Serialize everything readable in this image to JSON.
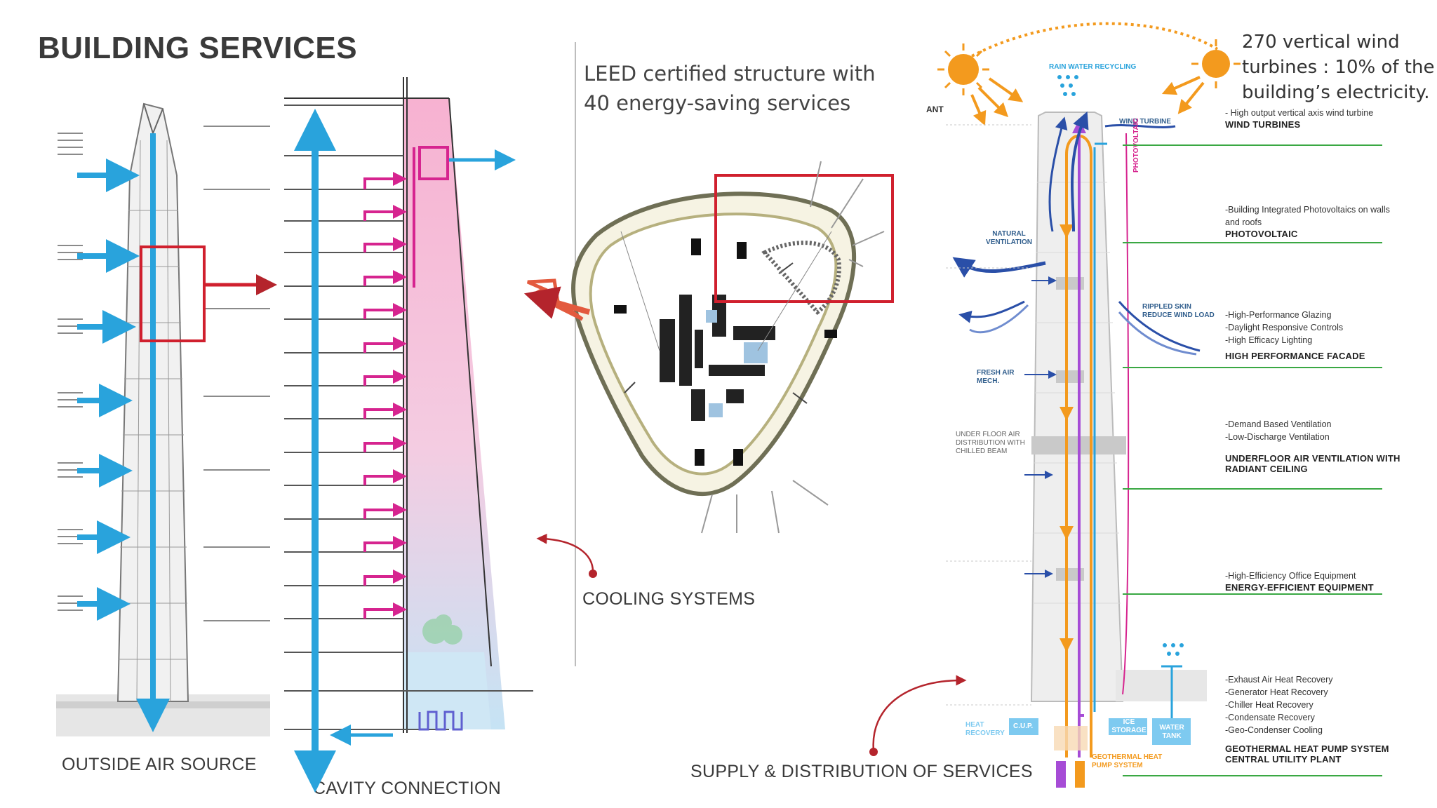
{
  "header": {
    "title": "BUILDING SERVICES"
  },
  "captions": {
    "outside_air": "OUTSIDE AIR SOURCE",
    "cavity": "CAVITY CONNECTION",
    "cooling": "COOLING SYSTEMS",
    "supply": "SUPPLY & DISTRIBUTION OF SERVICES"
  },
  "notes": {
    "leed_line1": "LEED certified structure with",
    "leed_line2": "40 energy-saving services",
    "wind_line1": "270 vertical wind",
    "wind_line2": "turbines : 10% of the",
    "wind_line3": "building’s electricity."
  },
  "diagram_labels": {
    "rain_water": "RAIN WATER RECYCLING",
    "wind_turbine": "WIND TURBINE",
    "photovoltaic_vertical": "PHOTOVOLTAIC",
    "natural_ventilation": "NATURAL VENTILATION",
    "rippled_skin": "RIPPLED SKIN REDUCE WIND LOAD",
    "fresh_air": "FRESH AIR MECH.",
    "underfloor": "UNDER FLOOR AIR DISTRIBUTION WITH CHILLED BEAM",
    "heat_recovery": "HEAT RECOVERY",
    "cup": "C.U.P.",
    "ice_storage": "ICE STORAGE",
    "water_tank": "WATER TANK",
    "geothermal": "GEOTHERMAL HEAT PUMP SYSTEM",
    "ant": "ANT"
  },
  "services": [
    {
      "detail": "- High output vertical axis wind turbine",
      "heading": "WIND TURBINES"
    },
    {
      "detail": "-Building Integrated Photovoltaics on walls and roofs",
      "heading": "PHOTOVOLTAIC"
    },
    {
      "detail": "-High-Performance Glazing\n-Daylight Responsive Controls\n-High Efficacy Lighting",
      "heading": "HIGH PERFORMANCE FACADE"
    },
    {
      "detail": "-Demand Based Ventilation\n-Low-Discharge Ventilation",
      "heading": "UNDERFLOOR AIR VENTILATION WITH RADIANT CEILING"
    },
    {
      "detail": "-High-Efficiency Office Equipment",
      "heading": "ENERGY-EFFICIENT EQUIPMENT"
    },
    {
      "detail": "-Exhaust Air Heat Recovery\n-Generator Heat Recovery\n-Chiller Heat Recovery\n-Condensate Recovery\n-Geo-Condenser Cooling",
      "heading": "GEOTHERMAL HEAT PUMP SYSTEM CENTRAL UTILITY PLANT"
    }
  ],
  "colors": {
    "air_blue": "#29a3dc",
    "alert_red": "#d0202e",
    "magenta": "#d6248f",
    "green_line": "#3aa843",
    "orange": "#f39a1e",
    "purple": "#a64cd6",
    "navy": "#2a4fa8"
  }
}
